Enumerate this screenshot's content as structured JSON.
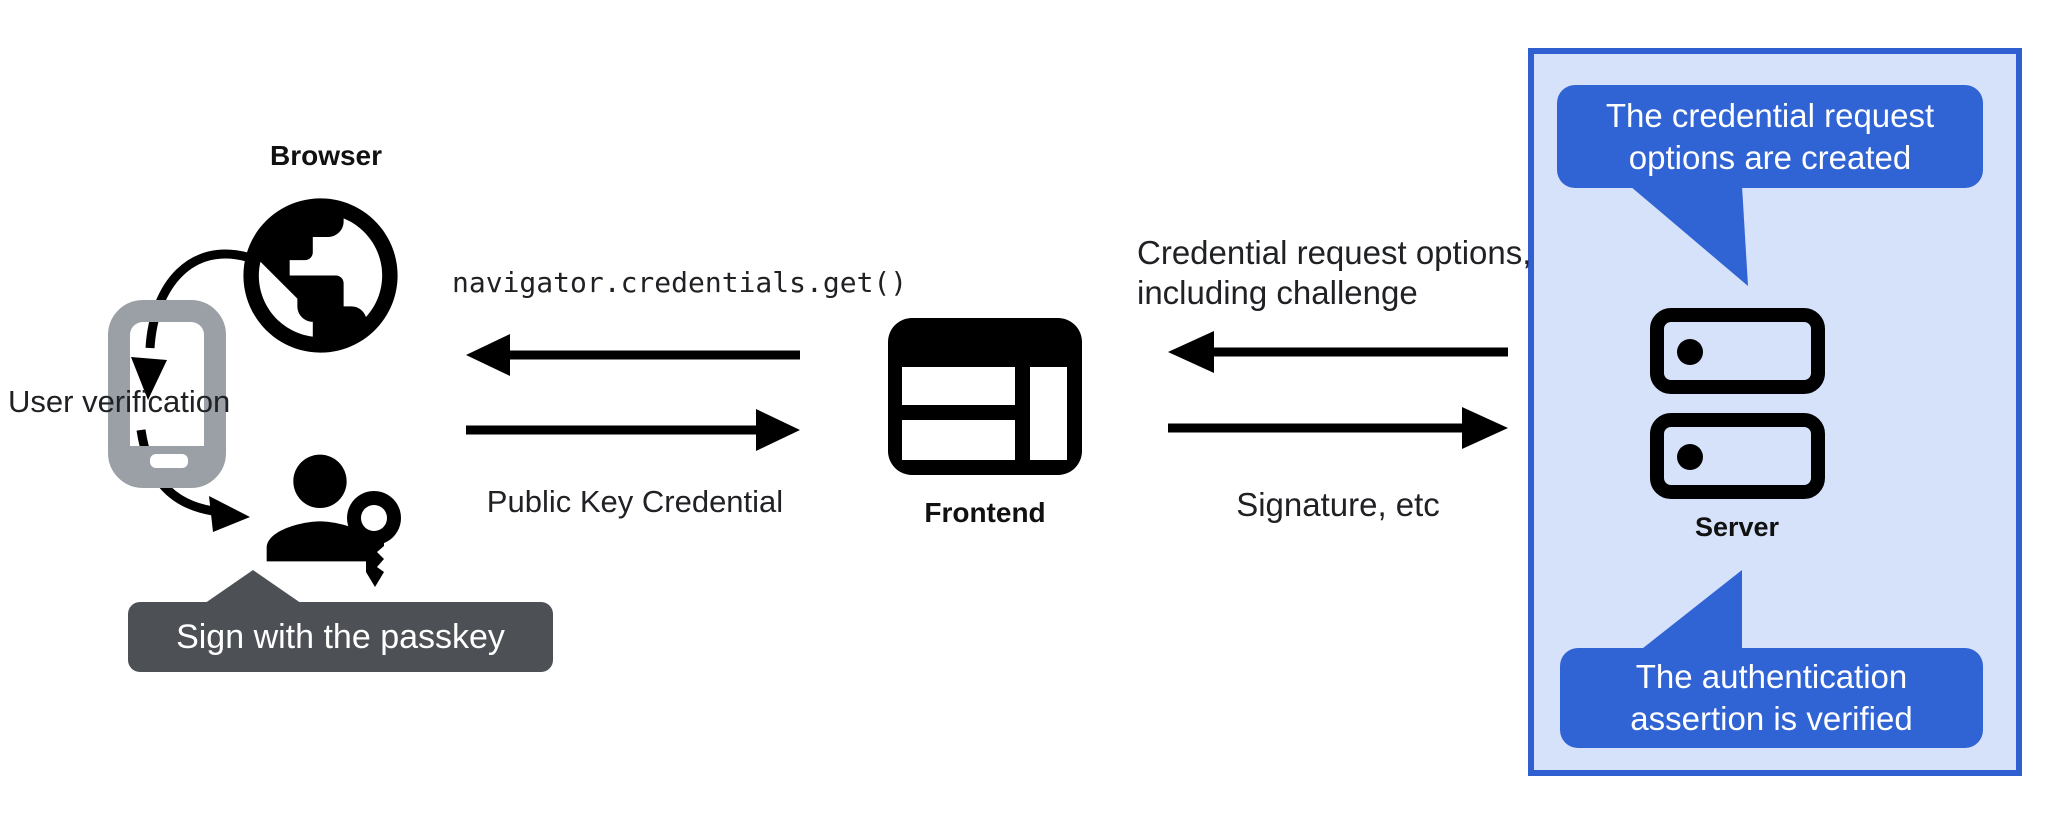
{
  "actors": {
    "browser": {
      "label": "Browser"
    },
    "frontend": {
      "label": "Frontend"
    },
    "server": {
      "label": "Server"
    }
  },
  "annotations": {
    "user_verification": "User verification",
    "sign_with_passkey": "Sign with the passkey"
  },
  "messages": {
    "navigator_get": "navigator.credentials.get()",
    "public_key_credential": "Public Key Credential",
    "credential_request": {
      "lines": [
        "Credential request options,",
        "including challenge"
      ]
    },
    "signature": "Signature, etc"
  },
  "server_callouts": {
    "top": {
      "lines": [
        "The credential request",
        "options are created"
      ]
    },
    "bottom": {
      "lines": [
        "The authentication",
        "assertion is verified"
      ]
    }
  },
  "colors": {
    "callout_blue": "#3063D3",
    "panel_fill": "#D5E2FA",
    "panel_border": "#2F5FD0",
    "tooltip_gray": "#4D5156",
    "phone_gray": "#9AA0A6",
    "ink": "#000000",
    "text": "#202124"
  }
}
